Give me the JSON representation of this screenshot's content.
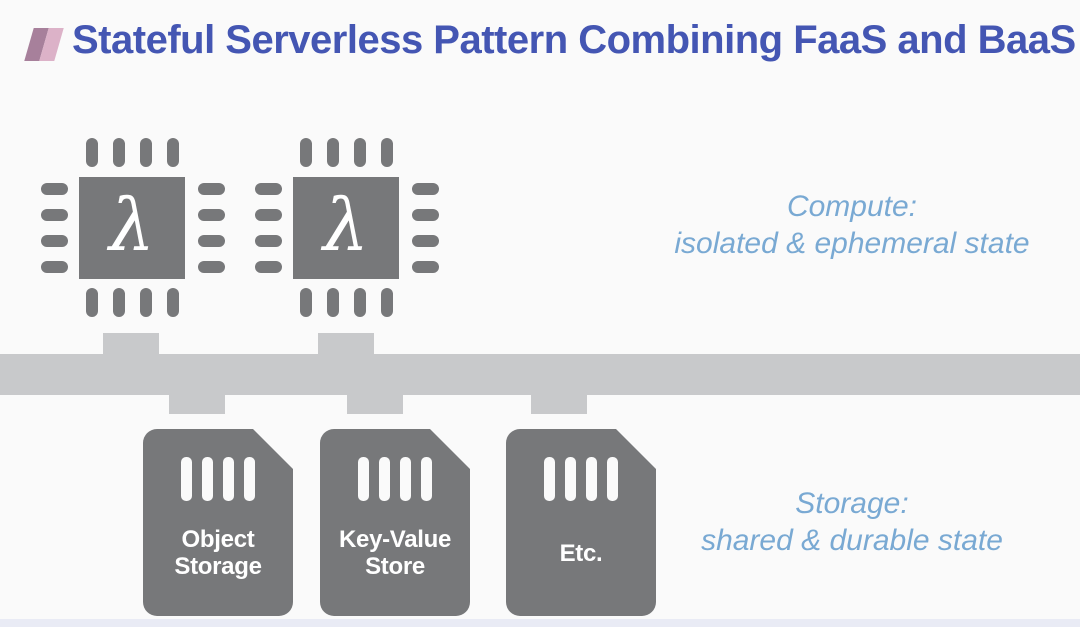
{
  "slide": {
    "title": "Stateful Serverless Pattern Combining FaaS and BaaS",
    "chip_symbol": "λ",
    "compute_annotation": {
      "line1": "Compute:",
      "line2": "isolated & ephemeral state"
    },
    "storage_annotation": {
      "line1": "Storage:",
      "line2": "shared & durable state"
    },
    "cards": {
      "object_storage": {
        "line1": "Object",
        "line2": "Storage"
      },
      "key_value_store": {
        "line1": "Key-Value",
        "line2": "Store"
      },
      "etc": {
        "line1": "Etc.",
        "line2": ""
      }
    },
    "icons": {
      "chip": "lambda-chip-icon",
      "card": "memory-card-icon",
      "marker": "title-slant-marker"
    },
    "colors": {
      "title_blue": "#4456b3",
      "annotation_blue": "#79a9d3",
      "icon_gray": "#77787a",
      "bus_gray": "#c8c9cb",
      "marker_dark": "#a7809b",
      "marker_light": "#dcb2c8",
      "background": "#fafafa",
      "footer_strip": "#e9ebf5"
    }
  }
}
